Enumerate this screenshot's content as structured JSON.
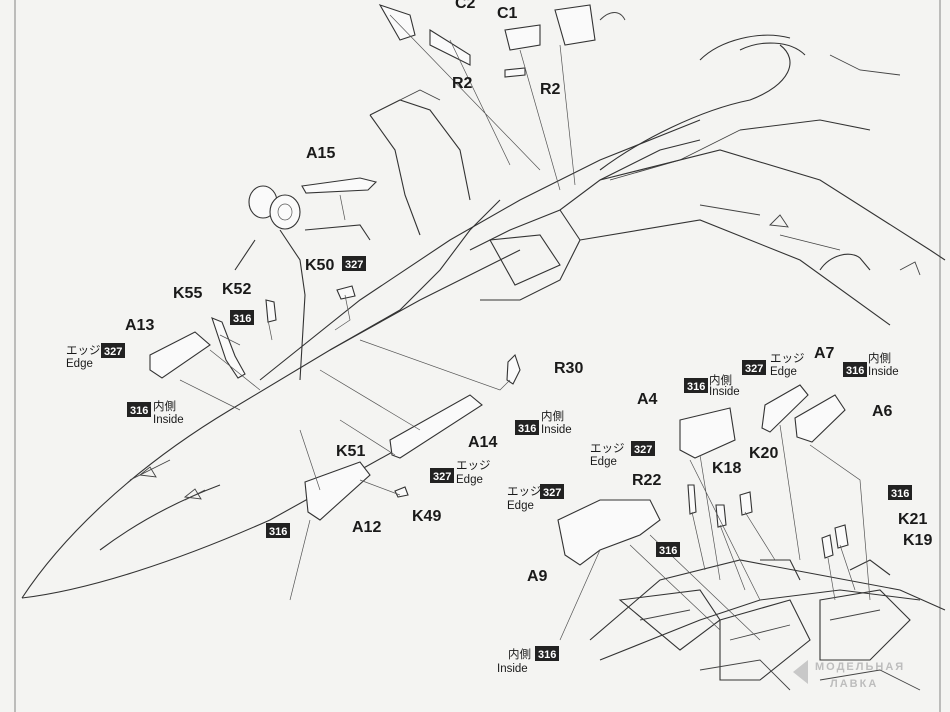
{
  "part_labels": {
    "C2": "C2",
    "C1": "C1",
    "R2a": "R2",
    "R2b": "R2",
    "A15": "A15",
    "K50": "K50",
    "K55": "K55",
    "K52": "K52",
    "A13": "A13",
    "R30": "R30",
    "A4": "A4",
    "A7": "A7",
    "A6": "A6",
    "K51": "K51",
    "A14": "A14",
    "K18": "K18",
    "K20": "K20",
    "R22": "R22",
    "K49": "K49",
    "A12": "A12",
    "K21": "K21",
    "K19": "K19",
    "A9": "A9"
  },
  "color_codes": {
    "c327": "327",
    "c316": "316"
  },
  "annotations": {
    "edge_jp": "エッジ",
    "edge_en": "Edge",
    "inside_jp": "内側",
    "inside_en": "Inside"
  },
  "watermark": {
    "line1": "МОДЕЛЬНАЯ",
    "line2": "ЛАВКА"
  },
  "colors": {
    "paper": "#f4f4f2",
    "ink": "#222222",
    "badge": "#222222"
  }
}
